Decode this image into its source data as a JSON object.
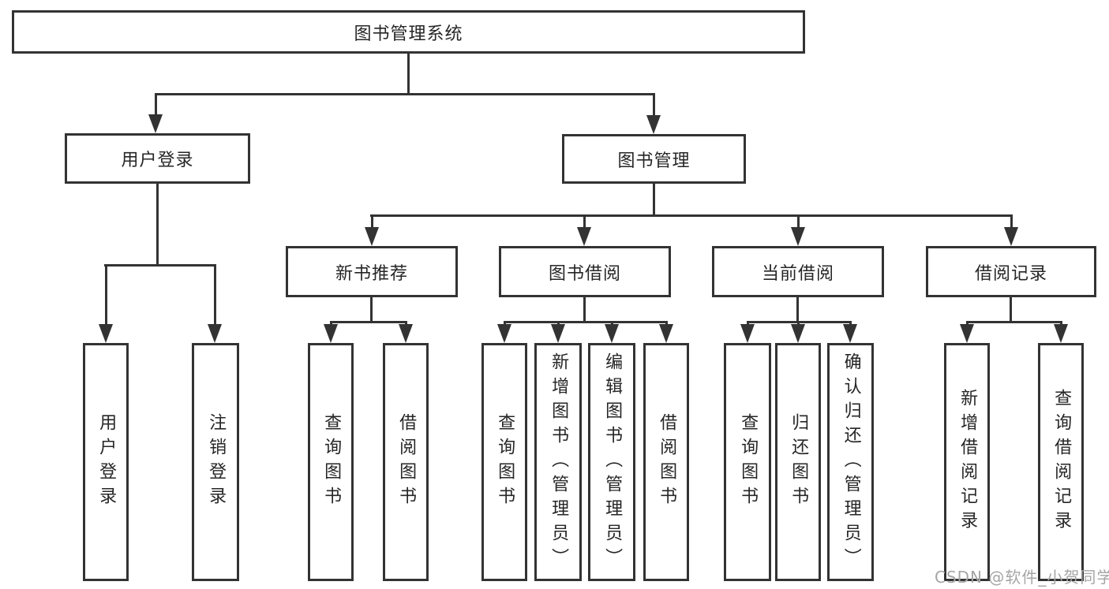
{
  "diagram_type": "hierarchy-chart",
  "colors": {
    "line": "#333333",
    "box_border": "#333333",
    "box_fill": "#ffffff",
    "text": "#262626",
    "background": "#ffffff",
    "watermark": "#a5a5a5"
  },
  "watermark": {
    "text": "CSDN @软件_小贺同学"
  },
  "tree": {
    "label": "图书管理系统",
    "children": [
      {
        "label": "用户登录",
        "children": [
          {
            "label": "用户登录"
          },
          {
            "label": "注销登录"
          }
        ]
      },
      {
        "label": "图书管理",
        "children": [
          {
            "label": "新书推荐",
            "children": [
              {
                "label": "查询图书"
              },
              {
                "label": "借阅图书"
              }
            ]
          },
          {
            "label": "图书借阅",
            "children": [
              {
                "label": "查询图书"
              },
              {
                "label": "新增图书（管理员）"
              },
              {
                "label": "编辑图书（管理员）"
              },
              {
                "label": "借阅图书"
              }
            ]
          },
          {
            "label": "当前借阅",
            "children": [
              {
                "label": "查询图书"
              },
              {
                "label": "归还图书"
              },
              {
                "label": "确认归还（管理员）"
              }
            ]
          },
          {
            "label": "借阅记录",
            "children": [
              {
                "label": "新增借阅记录"
              },
              {
                "label": "查询借阅记录"
              }
            ]
          }
        ]
      }
    ]
  }
}
